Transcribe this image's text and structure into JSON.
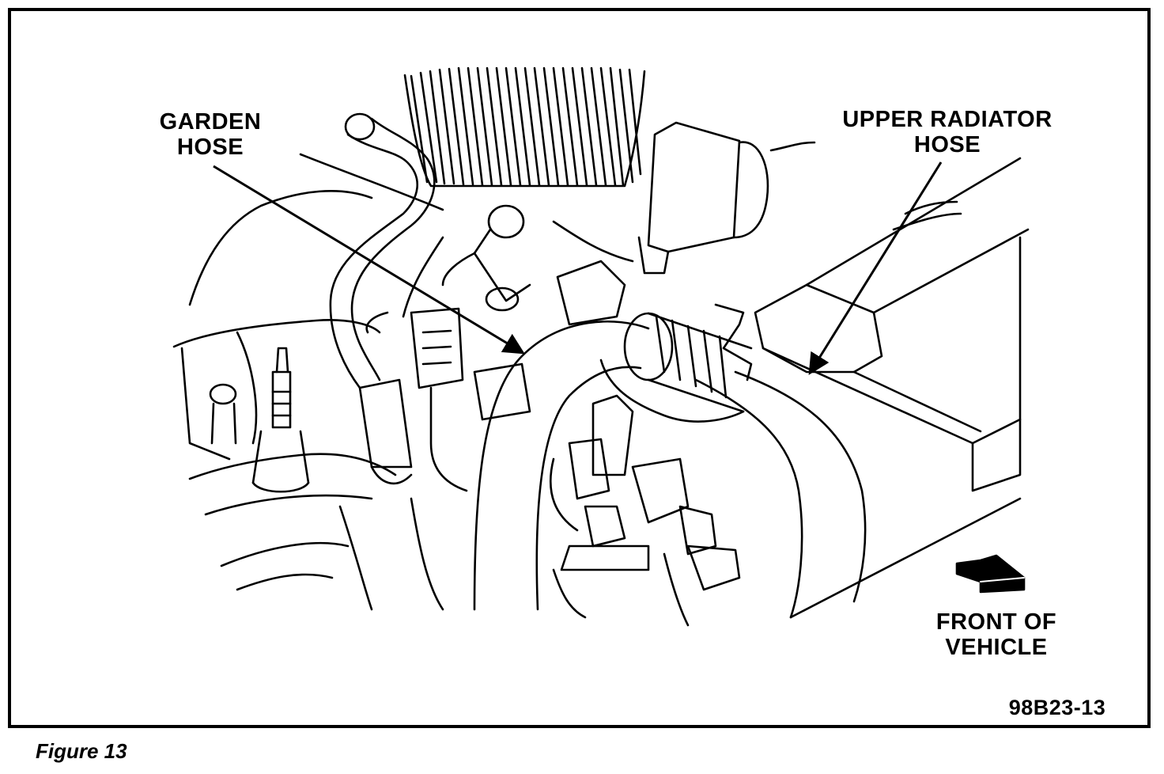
{
  "callouts": {
    "garden_hose": {
      "line1": "GARDEN",
      "line2": "HOSE"
    },
    "upper_radiator_hose": {
      "line1": "UPPER RADIATOR",
      "line2": "HOSE"
    },
    "front_of_vehicle": {
      "line1": "FRONT OF",
      "line2": "VEHICLE"
    }
  },
  "figure_code": "98B23-13",
  "caption": "Figure 13",
  "colors": {
    "ink": "#000000",
    "paper": "#ffffff"
  }
}
